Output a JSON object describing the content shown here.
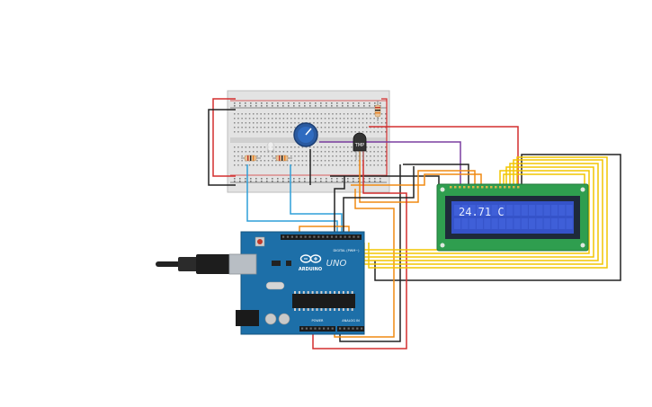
{
  "lcd": {
    "text": "24.71 C"
  },
  "sensor": {
    "label": "TMP"
  },
  "arduino": {
    "logo": "ARDUINO",
    "model": "UNO",
    "digital_label": "DIGITAL (PWM~)",
    "analog_label": "ANALOG IN",
    "power_label": "POWER"
  },
  "colors": {
    "red": "#d32f2f",
    "black": "#222222",
    "blue": "#2f9fd8",
    "yellow": "#f2c500",
    "orange": "#f08a12",
    "purple": "#7b3fa0",
    "board": "#1d6fa8",
    "lcd_pcb": "#2f9e4f",
    "lcd_screen": "#3553c9"
  }
}
